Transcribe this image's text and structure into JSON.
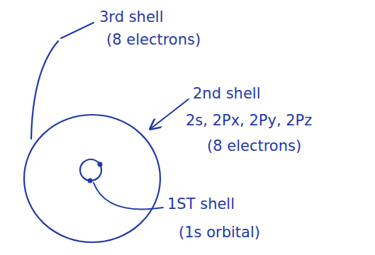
{
  "diagram": {
    "labels": [
      "3rd shell",
      "(8 electrons)",
      "2nd shell",
      "2s, 2Px, 2Py, 2Pz",
      "(8 electrons)",
      "1ST shell",
      "(1s orbital)"
    ]
  }
}
